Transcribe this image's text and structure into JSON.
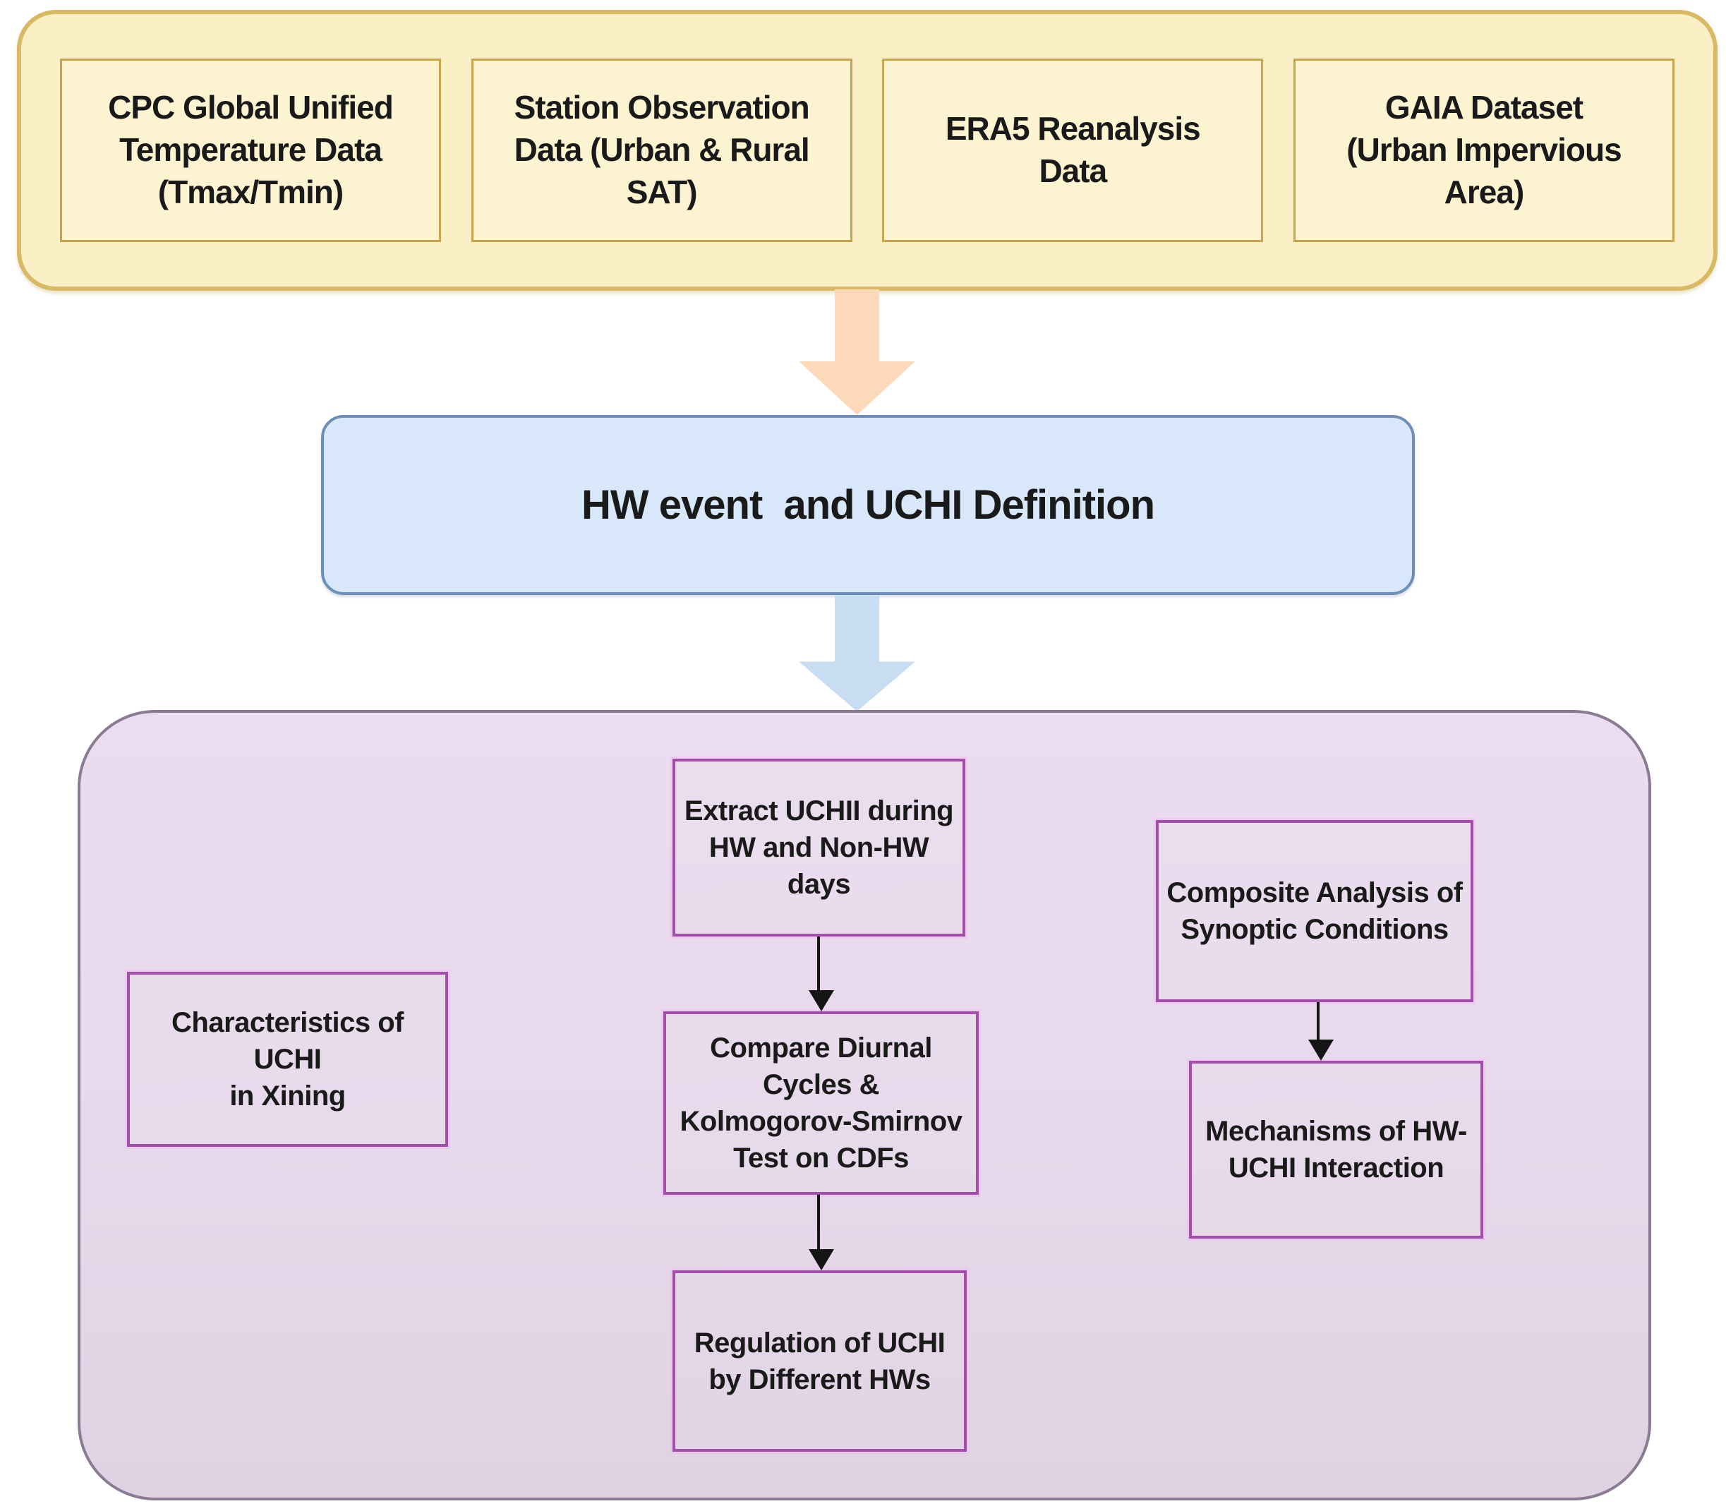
{
  "flow": {
    "sources": [
      "CPC Global Unified\nTemperature Data\n(Tmax/Tmin)",
      "Station Observation\nData (Urban & Rural\nSAT)",
      "ERA5 Reanalysis\nData",
      "GAIA Dataset\n(Urban Impervious\nArea)"
    ],
    "definition": "HW event  and UCHI Definition",
    "analysis": {
      "characteristics": "Characteristics of UCHI\nin Xining",
      "extract": "Extract UCHII during\nHW and Non-HW\ndays",
      "compare": "Compare Diurnal\nCycles &\nKolmogorov-Smirnov\nTest on CDFs",
      "regulation": "Regulation of UCHI\nby Different HWs",
      "composite": "Composite Analysis of\nSynoptic Conditions",
      "mechanisms": "Mechanisms of HW-\nUCHI Interaction"
    },
    "colors": {
      "source_panel_fill": "#FBEFC6",
      "source_panel_border": "#D8B964",
      "source_box_fill": "#FCF3D0",
      "source_box_border": "#C9A54E",
      "definition_fill": "#D8E8FA",
      "definition_border": "#6E90B8",
      "analysis_panel_fill": "#E7D9EB",
      "analysis_panel_border": "#8B7A93",
      "analysis_box_border": "#A14FA9",
      "arrow_orange": "#FCDAB9",
      "arrow_blue": "#C8DDF2",
      "connector_color": "#151515",
      "text_color": "#1A1A1A"
    }
  }
}
